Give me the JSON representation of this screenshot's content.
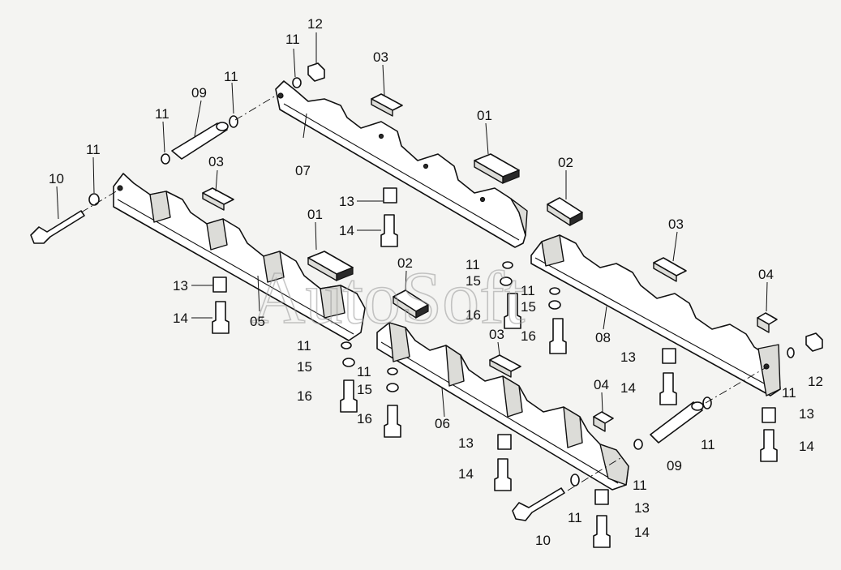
{
  "watermark": "AutoSoft",
  "labels": {
    "rail_05": "05",
    "rail_06": "06",
    "rail_07": "07",
    "rail_08": "08",
    "n01": "01",
    "n02": "02",
    "n03": "03",
    "n04": "04",
    "n09": "09",
    "n10": "10",
    "n11": "11",
    "n12": "12",
    "n13": "13",
    "n14": "14",
    "n15": "15",
    "n16": "16"
  }
}
